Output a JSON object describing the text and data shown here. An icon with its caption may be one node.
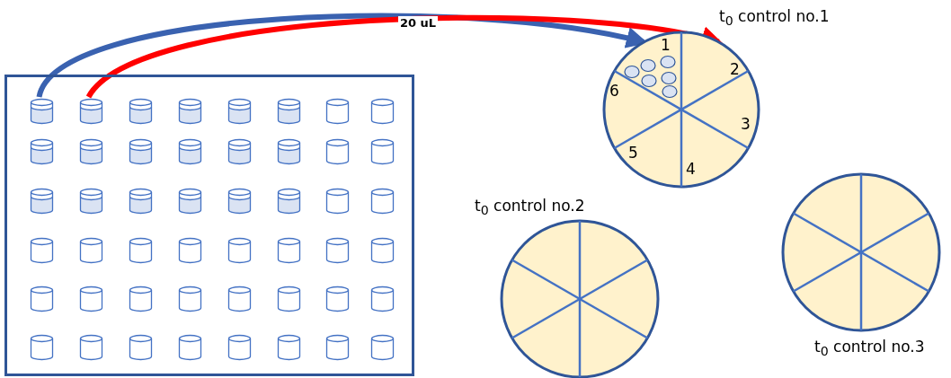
{
  "diagram": {
    "nodes": [
      {
        "text": [],
        "shape": "box"
      },
      {
        "text": [],
        "shape": "cylinder",
        "in": 0
      },
      {
        "text": [],
        "shape": "cylinder",
        "in": 0
      },
      {
        "text": [],
        "shape": "cylinder",
        "in": 0
      },
      {
        "text": [],
        "shape": "cylinder",
        "in": 0
      },
      {
        "text": [],
        "shape": "cylinder",
        "in": 0
      },
      {
        "text": [],
        "shape": "cylinder",
        "in": 0
      },
      {
        "text": [],
        "shape": "cylinder",
        "in": 0
      },
      {
        "text": [],
        "shape": "cylinder",
        "in": 0
      },
      {
        "text": [],
        "shape": "cylinder",
        "in": 0
      },
      {
        "text": [],
        "shape": "cylinder",
        "in": 0
      },
      {
        "text": [],
        "shape": "cylinder",
        "in": 0
      },
      {
        "text": [],
        "shape": "cylinder",
        "in": 0
      },
      {
        "text": [],
        "shape": "cylinder",
        "in": 0
      },
      {
        "text": [],
        "shape": "cylinder",
        "in": 0
      },
      {
        "text": [],
        "shape": "cylinder",
        "in": 0
      },
      {
        "text": [],
        "shape": "cylinder",
        "in": 0
      },
      {
        "text": [],
        "shape": "cylinder",
        "in": 0
      },
      {
        "text": [],
        "shape": "cylinder",
        "in": 0
      },
      {
        "text": [],
        "shape": "cylinder",
        "in": 0
      },
      {
        "text": [],
        "shape": "cylinder",
        "in": 0
      },
      {
        "text": [],
        "shape": "cylinder",
        "in": 0
      },
      {
        "text": [],
        "shape": "cylinder",
        "in": 0
      },
      {
        "text": [],
        "shape": "cylinder",
        "in": 0
      },
      {
        "text": [],
        "shape": "cylinder",
        "in": 0
      },
      {
        "text": [],
        "shape": "cylinder",
        "in": 0
      },
      {
        "text": [],
        "shape": "cylinder",
        "in": 0
      },
      {
        "text": [],
        "shape": "cylinder",
        "in": 0
      },
      {
        "text": [],
        "shape": "cylinder",
        "in": 0
      },
      {
        "text": [],
        "shape": "cylinder",
        "in": 0
      },
      {
        "text": [],
        "shape": "cylinder",
        "in": 0
      },
      {
        "text": [],
        "shape": "cylinder",
        "in": 0
      },
      {
        "text": [],
        "shape": "cylinder",
        "in": 0
      },
      {
        "text": [],
        "shape": "cylinder",
        "in": 0
      },
      {
        "text": [],
        "shape": "cylinder",
        "in": 0
      },
      {
        "text": [],
        "shape": "cylinder",
        "in": 0
      },
      {
        "text": [],
        "shape": "cylinder",
        "in": 0
      },
      {
        "text": [],
        "shape": "cylinder",
        "in": 0
      },
      {
        "text": [],
        "shape": "cylinder",
        "in": 0
      },
      {
        "text": [],
        "shape": "cylinder",
        "in": 0
      },
      {
        "text": [],
        "shape": "cylinder",
        "in": 0
      },
      {
        "text": [],
        "shape": "cylinder",
        "in": 0
      },
      {
        "text": [],
        "shape": "cylinder",
        "in": 0
      },
      {
        "text": [],
        "shape": "cylinder",
        "in": 0
      },
      {
        "text": [],
        "shape": "cylinder",
        "in": 0
      },
      {
        "text": [],
        "shape": "cylinder",
        "in": 0
      },
      {
        "text": [],
        "shape": "cylinder",
        "in": 0
      },
      {
        "text": [],
        "shape": "cylinder",
        "in": 0
      },
      {
        "text": [],
        "shape": "cylinder",
        "in": 0
      },
      {
        "text": [
          "t$_{0}$ control no.1"
        ]
      },
      {
        "text": [
          "t$_{0}$ control no.2"
        ]
      },
      {
        "text": [
          "t$_{0}$ control no.3"
        ]
      }
    ],
    "edges": [
      {
        "from": 1,
        "to": 49,
        "arrow": "to",
        "label": "20 uL"
      },
      {
        "from": 2,
        "to": 49,
        "arrow": "to",
        "color": "#ff0000"
      }
    ],
    "labels": [
      "1",
      "2",
      "3",
      "4",
      "5",
      "6"
    ]
  }
}
